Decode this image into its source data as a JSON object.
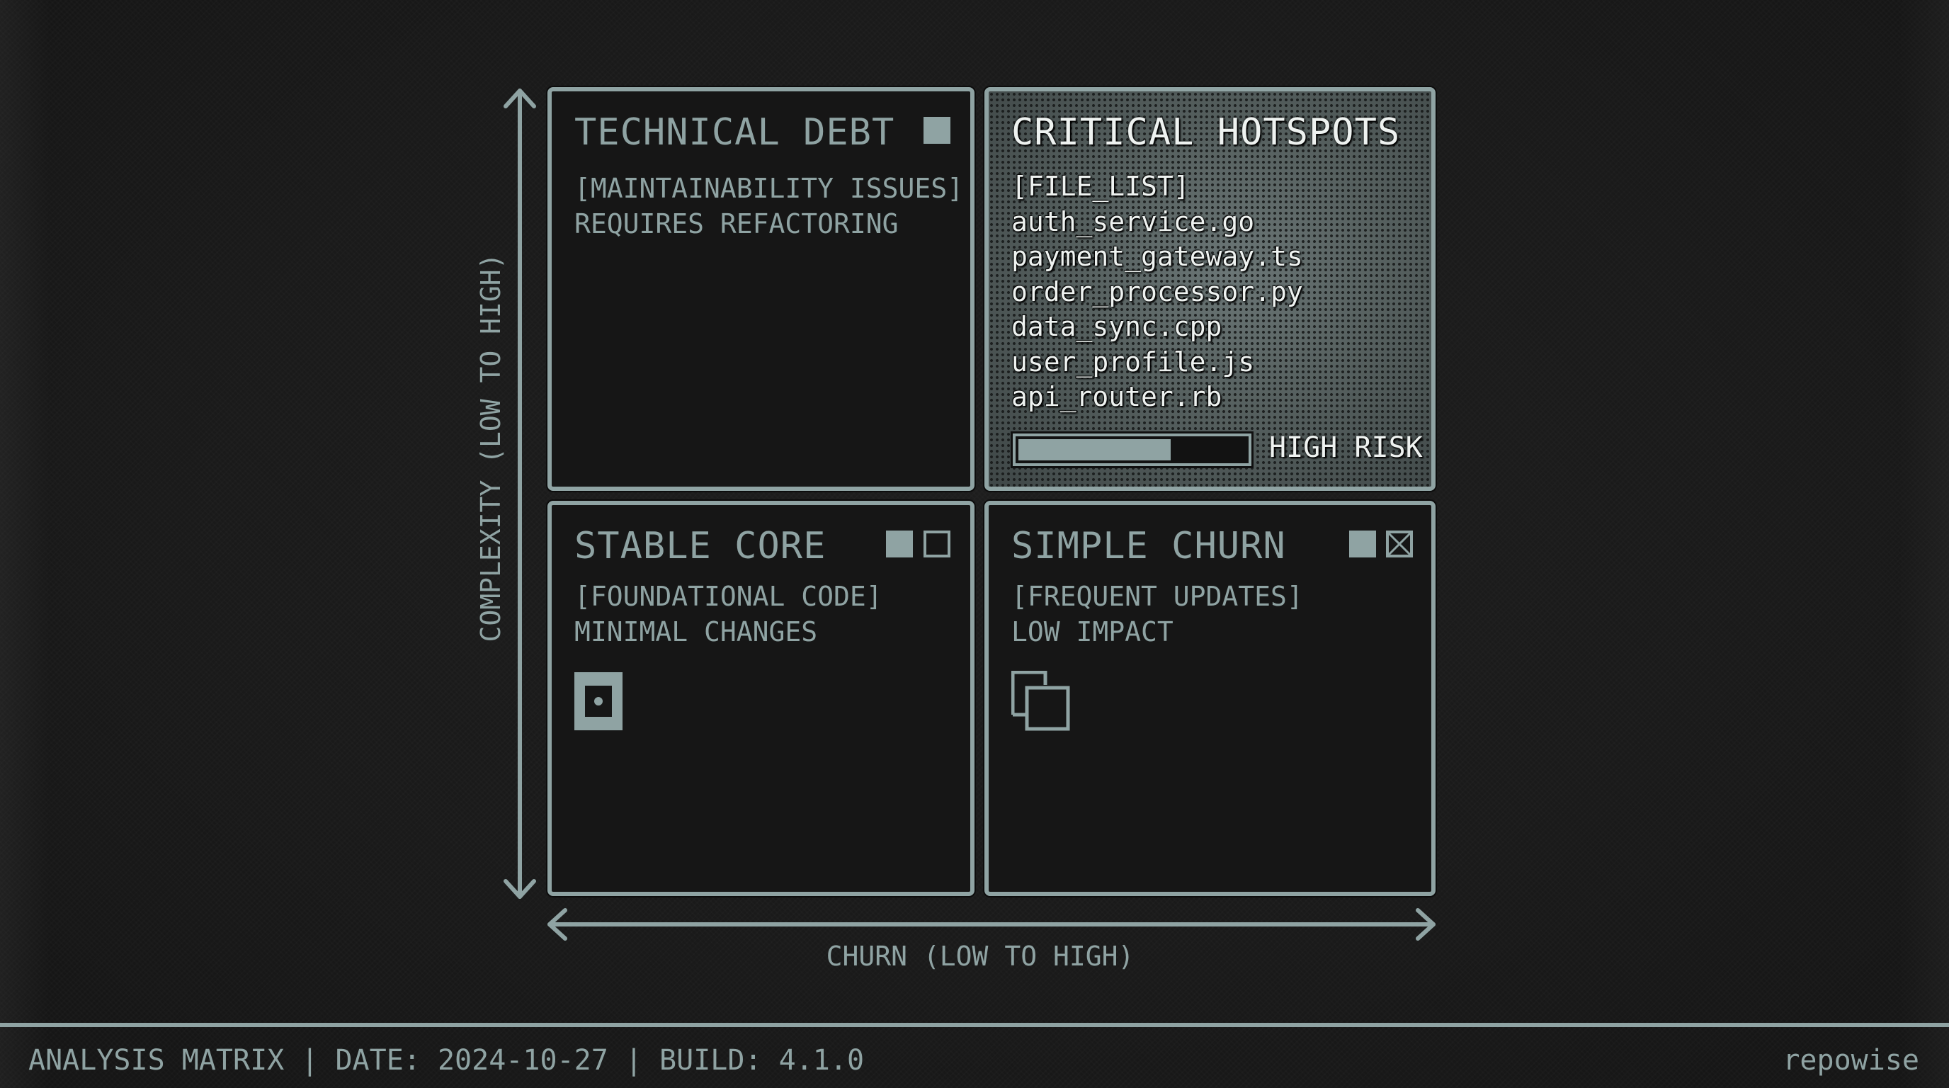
{
  "matrix": {
    "y_axis_label": "COMPLEXITY (LOW TO HIGH)",
    "x_axis_label": "CHURN (LOW TO HIGH)",
    "quadrants": {
      "technical_debt": {
        "title": "TECHNICAL DEBT",
        "tag": "[MAINTAINABILITY ISSUES]",
        "description": "REQUIRES REFACTORING",
        "position": "high-complexity / low-churn",
        "indicator_icons": [
          "filled-square-icon"
        ]
      },
      "critical_hotspots": {
        "title": "CRITICAL HOTSPOTS",
        "list_header": "[FILE_LIST]",
        "files": [
          "auth_service.go",
          "payment_gateway.ts",
          "order_processor.py",
          "data_sync.cpp",
          "user_profile.js",
          "api_router.rb"
        ],
        "risk_label": "HIGH RISK",
        "risk_percent": 67,
        "position": "high-complexity / high-churn"
      },
      "stable_core": {
        "title": "STABLE CORE",
        "tag": "[FOUNDATIONAL CODE]",
        "description": "MINIMAL CHANGES",
        "position": "low-complexity / low-churn",
        "indicator_icons": [
          "filled-square-icon",
          "outline-square-icon"
        ],
        "symbol": "core-target-icon"
      },
      "simple_churn": {
        "title": "SIMPLE CHURN",
        "tag": "[FREQUENT UPDATES]",
        "description": "LOW IMPACT",
        "position": "low-complexity / high-churn",
        "indicator_icons": [
          "filled-square-icon",
          "x-box-icon"
        ],
        "symbol": "copy-stack-icon"
      }
    }
  },
  "footer": {
    "left_text": "ANALYSIS MATRIX | DATE: 2024-10-27 | BUILD: 4.1.0",
    "brand": "repowise"
  },
  "colors": {
    "background": "#1b1b1b",
    "accent": "#8fa3a3",
    "highlight_text": "#eef2f0",
    "panel_fill": "#161616"
  }
}
